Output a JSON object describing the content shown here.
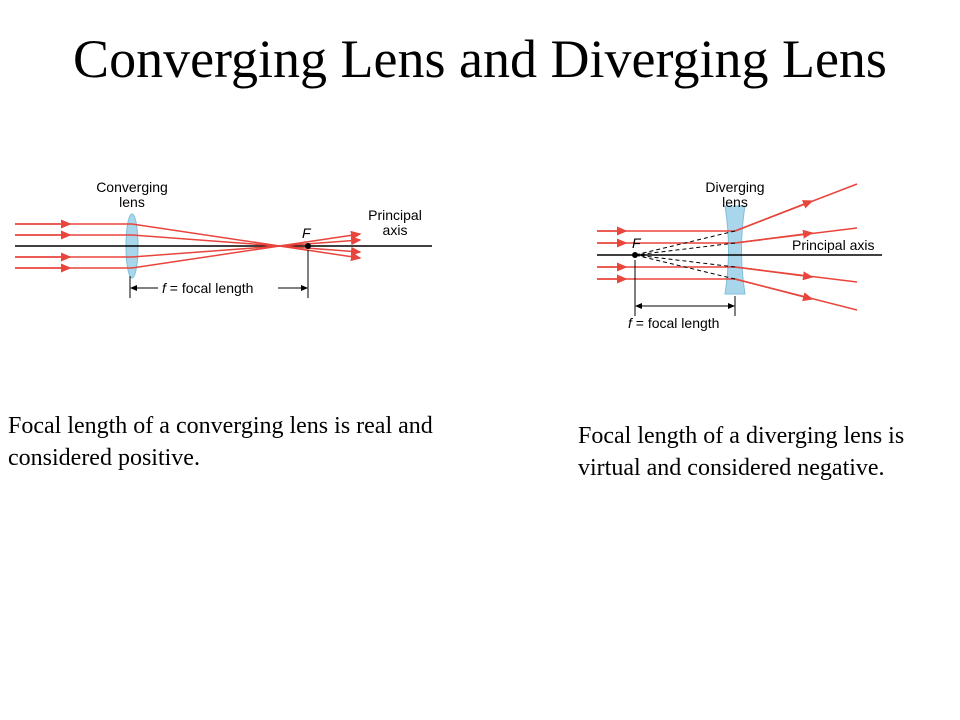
{
  "title": "Converging Lens and Diverging Lens",
  "colors": {
    "ray": "#e8453c",
    "lens": "#a9d6ea",
    "axis": "#000000"
  },
  "converging": {
    "lens_label_line1": "Converging",
    "lens_label_line2": "lens",
    "axis_label_line1": "Principal",
    "axis_label_line2": "axis",
    "focus_label": "F",
    "focal_f": "f",
    "focal_text": " = focal length",
    "caption": "Focal length of a converging lens is real and considered positive."
  },
  "diverging": {
    "lens_label_line1": "Diverging",
    "lens_label_line2": "lens",
    "axis_label": "Principal axis",
    "focus_label": "F",
    "focal_f": "f",
    "focal_text": " = focal length",
    "caption": "Focal length of a diverging lens is virtual and considered negative."
  }
}
